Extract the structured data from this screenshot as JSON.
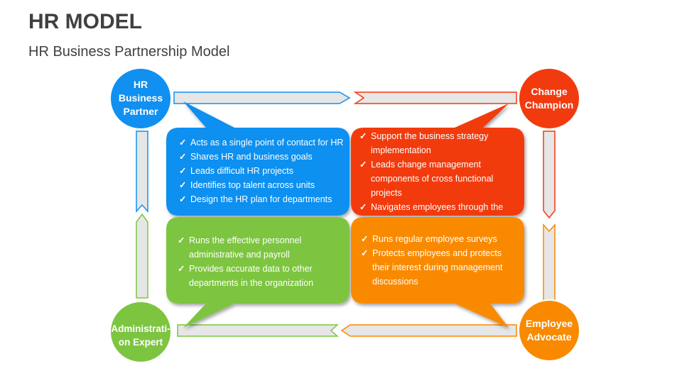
{
  "title": "HR MODEL",
  "subtitle": "HR Business Partnership Model",
  "colors": {
    "blue": "#1090F0",
    "red": "#F23A0F",
    "green": "#7DC540",
    "orange": "#F98A00",
    "arrow_fill": "#E6E6E6"
  },
  "roles": {
    "hr_business_partner": {
      "label": "HR\nBusiness\nPartner",
      "points": [
        "Acts as a single point of contact for HR",
        "Shares HR and business goals",
        "Leads difficult HR projects",
        "Identifies top talent across units",
        "Design the HR plan for departments"
      ]
    },
    "change_champion": {
      "label": "Change\nChampion",
      "points": [
        "Support the business strategy implementation",
        "Leads change management components of cross functional projects",
        "Navigates employees through the"
      ]
    },
    "administration_expert": {
      "label": "Administrati-\non Expert",
      "points": [
        "Runs the effective personnel administrative and payroll",
        "Provides accurate data to other departments in the organization"
      ]
    },
    "employee_advocate": {
      "label": "Employee\nAdvocate",
      "points": [
        "Runs regular employee surveys",
        "Protects employees and protects their interest during management discussions"
      ]
    }
  }
}
